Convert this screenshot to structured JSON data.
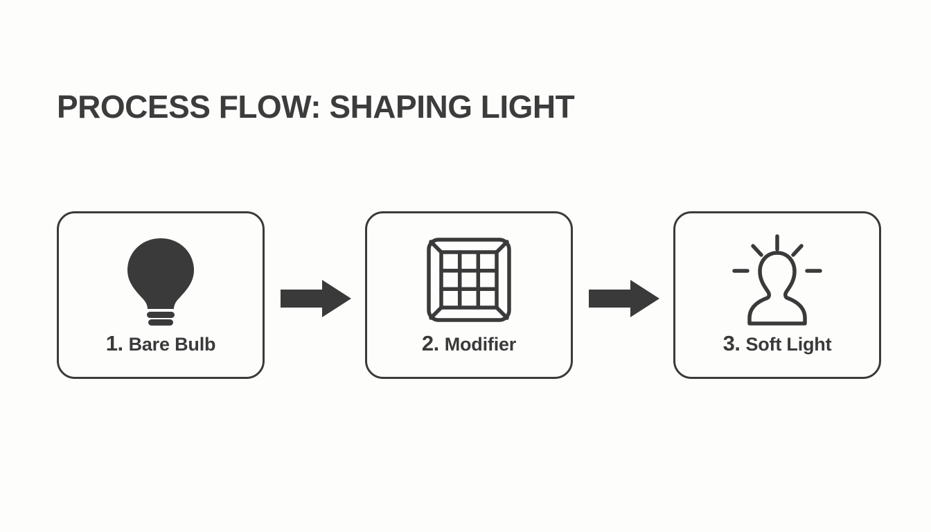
{
  "page": {
    "title": "PROCESS FLOW: SHAPING LIGHT",
    "background_color": "#fdfdfc",
    "ink_color": "#3a3a3a"
  },
  "flow": {
    "steps": [
      {
        "number": "1.",
        "name": "Bare Bulb",
        "icon": "light-bulb-icon",
        "icon_style": "filled"
      },
      {
        "number": "2.",
        "name": "Modifier",
        "icon": "grid-softbox-icon",
        "icon_style": "outline"
      },
      {
        "number": "3.",
        "name": "Soft Light",
        "icon": "person-glowing-icon",
        "icon_style": "outline"
      }
    ],
    "connectors": [
      {
        "icon": "arrow-right-icon"
      },
      {
        "icon": "arrow-right-icon"
      }
    ]
  }
}
